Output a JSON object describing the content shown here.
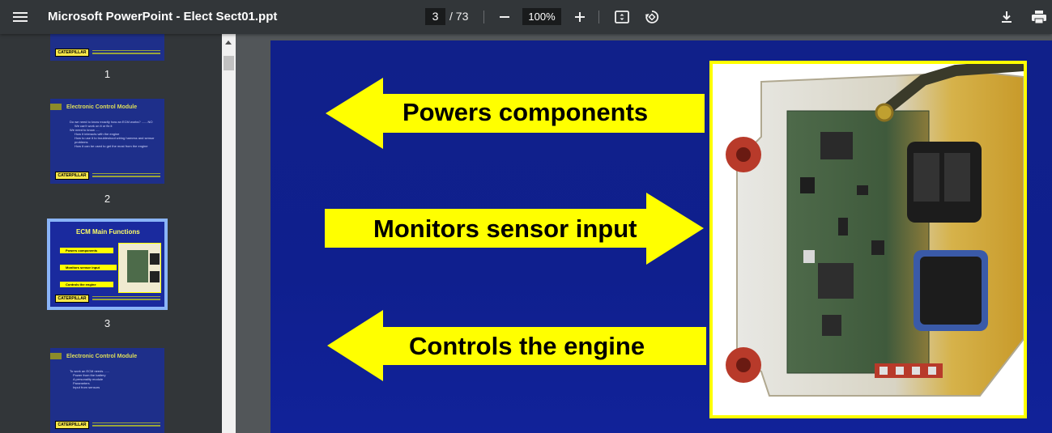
{
  "toolbar": {
    "title": "Microsoft PowerPoint - Elect Sect01.ppt",
    "current_page": "3",
    "total_pages": "/ 73",
    "zoom": "100%",
    "icons": [
      "menu-icon",
      "zoom-out-icon",
      "zoom-in-icon",
      "fit-to-page-icon",
      "rotate-icon",
      "download-icon",
      "print-icon"
    ]
  },
  "sidebar": {
    "thumbnails": [
      {
        "number": "1",
        "title": "",
        "body": "",
        "logo": "CATERPILLAR"
      },
      {
        "number": "2",
        "title": "Electronic Control Module",
        "body": [
          "Do we need to know exactly how an ECM works? .......NO",
          "We can't work on it or fix it",
          "We need to know .....",
          "How it interacts with the engine",
          "How to use it to troubleshoot wiring harness and sensor problems",
          "How it can be used to get the most from the engine"
        ],
        "logo": "CATERPILLAR"
      },
      {
        "number": "3",
        "title": "ECM Main Functions",
        "arrows": [
          "Powers components",
          "Monitors sensor input",
          "Controls the engine"
        ],
        "logo": "CATERPILLAR",
        "selected": true
      },
      {
        "number": "",
        "title": "Electronic Control Module",
        "body": [
          "To work an ECM needs ......",
          "Power from the battery",
          "A personality module",
          "Parameters",
          "Input from sensors"
        ],
        "logo": "CATERPILLAR"
      }
    ]
  },
  "slide": {
    "arrows": [
      {
        "label": "Powers components",
        "direction": "left"
      },
      {
        "label": "Monitors sensor input",
        "direction": "right"
      },
      {
        "label": "Controls the engine",
        "direction": "left"
      }
    ],
    "colors": {
      "background": "#10208a",
      "arrow": "#ffff00",
      "photo_border": "#ffff00"
    }
  }
}
